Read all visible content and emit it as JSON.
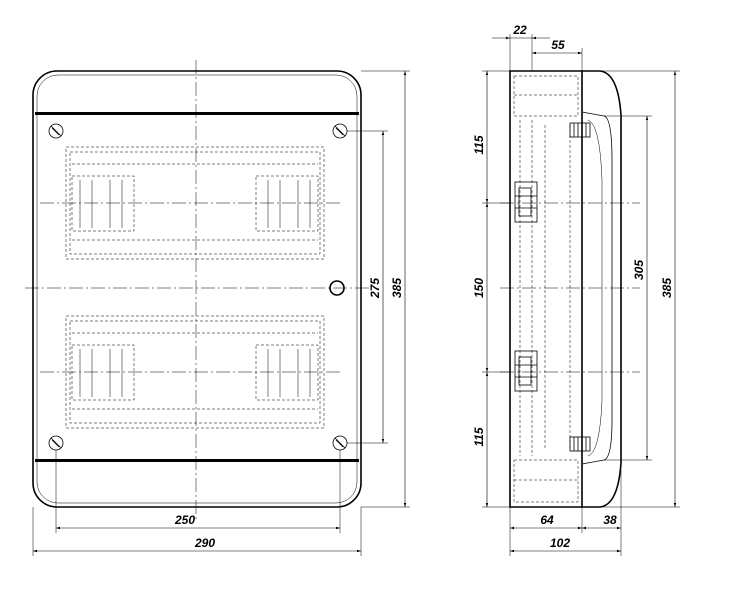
{
  "front_view": {
    "width_outer": "290",
    "width_screw": "250",
    "height_outer": "385",
    "height_screw": "275"
  },
  "side_view": {
    "depth_top_a": "22",
    "depth_top_b": "55",
    "depth_total": "102",
    "depth_base": "64",
    "depth_cover": "38",
    "height_upper": "115",
    "height_middle": "150",
    "height_lower": "115",
    "height_cover": "305",
    "height_total": "385"
  }
}
